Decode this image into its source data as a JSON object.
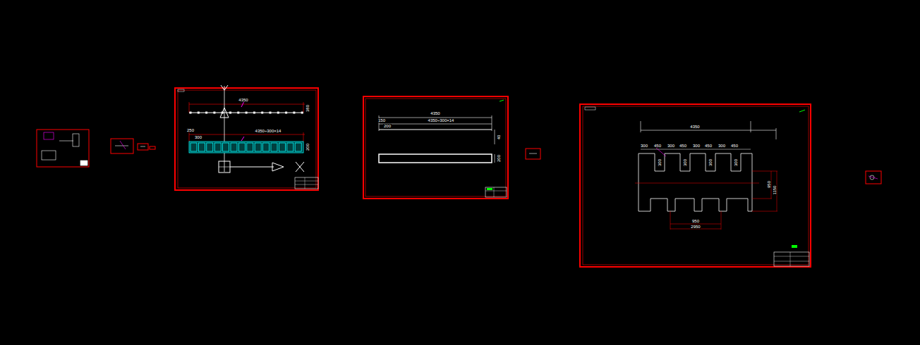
{
  "diagram": {
    "labels": [
      "4350",
      "380",
      "250",
      "300",
      "4350÷300×14",
      "200",
      "4350",
      "150",
      "200",
      "4350÷300×14",
      "40",
      "200",
      "4350",
      "300",
      "450",
      "300",
      "450",
      "300",
      "450",
      "300",
      "450",
      "300",
      "300",
      "300",
      "300",
      "950",
      "2950",
      "950",
      "1150"
    ]
  }
}
